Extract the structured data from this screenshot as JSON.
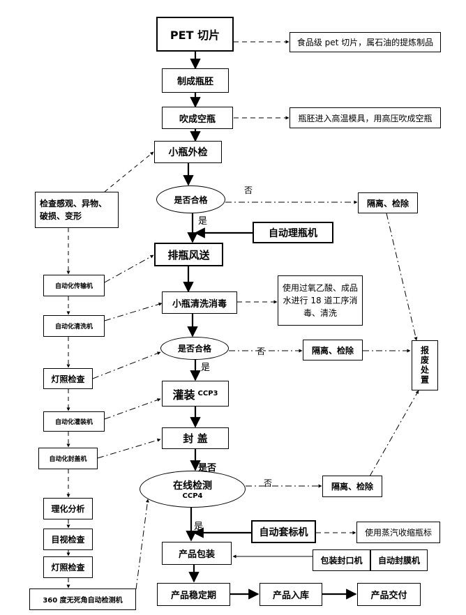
{
  "nodes": {
    "pet": "PET 切片",
    "pet_note": "食品级 pet 切片，属石油的提炼制品",
    "preform": "制成瓶胚",
    "blow": "吹成空瓶",
    "blow_note": "瓶胚进入高温模具，用高压吹成空瓶",
    "inspect": "小瓶外检",
    "qualified1": "是否合格",
    "isolate1": "隔离、检除",
    "auto_sorter": "自动理瓶机",
    "air_conveyor": "排瓶风送",
    "wash": "小瓶清洗消毒",
    "wash_note": "使用过氧乙酸、成品水进行 18 道工序消毒、清洗",
    "qualified2": "是否合格",
    "isolate2": "隔离、检除",
    "scrap": "报废处置",
    "filling": "灌装",
    "filling_ccp": "CCP3",
    "capping": "封 盖",
    "online_check": "在线检测",
    "online_ccp": "CCP4",
    "isolate3": "隔离、检除",
    "auto_labeler": "自动套标机",
    "label_note": "使用蒸汽收缩瓶标",
    "packaging": "产品包装",
    "pack_sealer": "包装封口机",
    "film_sealer": "自动封膜机",
    "stabilize": "产品稳定期",
    "storage": "产品入库",
    "delivery": "产品交付"
  },
  "left_column": {
    "check_text": "检查感观、异物、破损、变形",
    "auto_conveyor": "自动化传输机",
    "auto_washer": "自动化清洗机",
    "light_check1": "灯照检查",
    "auto_filler": "自动化灌装机",
    "auto_capper": "自动化封盖机",
    "physchem": "理化分析",
    "visual": "目视检查",
    "light_check2": "灯照检查",
    "detector360": "360 度无死角自动检测机"
  },
  "labels": {
    "no1": "否",
    "yes1": "是",
    "no2": "否",
    "yes2": "是",
    "yesno3": "是否",
    "no3": "否",
    "yes3": "是"
  }
}
